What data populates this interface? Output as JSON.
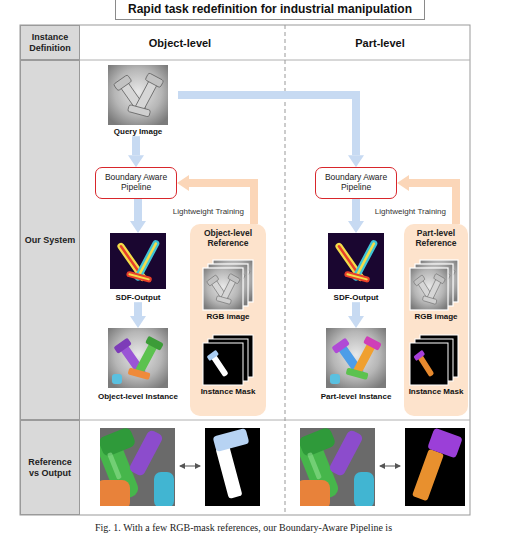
{
  "diagram": {
    "title": "Rapid task redefinition for industrial manipulation",
    "caption": "Fig. 1. With a few RGB-mask references, our Boundary-Aware Pipeline is",
    "nodes": [
      {
        "text": [
          "Instance Definition"
        ]
      },
      {
        "text": [
          "Our System"
        ]
      },
      {
        "text": [
          "Reference vs Output"
        ]
      },
      {
        "text": [
          "Query Image"
        ]
      },
      {
        "text": [
          "Boundary Aware Pipeline"
        ]
      },
      {
        "text": [
          "SDF-Output"
        ]
      },
      {
        "text": [
          "Object-level Instance"
        ]
      },
      {
        "text": [
          "Object-level Reference"
        ]
      },
      {
        "text": [
          "RGB image"
        ],
        "in": 7
      },
      {
        "text": [
          "Instance Mask"
        ],
        "in": 7
      },
      {
        "text": [
          "Boundary Aware Pipeline"
        ]
      },
      {
        "text": [
          "SDF-Output"
        ]
      },
      {
        "text": [
          "Part-level Instance"
        ]
      },
      {
        "text": [
          "Part-level Reference"
        ]
      },
      {
        "text": [
          "RGB image"
        ],
        "in": 13
      },
      {
        "text": [
          "Instance Mask"
        ],
        "in": 13
      }
    ],
    "edges": [
      {
        "from": 3,
        "to": 4,
        "arrow": "to"
      },
      {
        "from": 4,
        "to": 5,
        "arrow": "to"
      },
      {
        "from": 5,
        "to": 6,
        "arrow": "to"
      },
      {
        "from": 7,
        "to": 4,
        "arrow": "to",
        "label": "Lightweight Training"
      },
      {
        "from": 3,
        "to": 10,
        "arrow": "to"
      },
      {
        "from": 10,
        "to": 11,
        "arrow": "to"
      },
      {
        "from": 11,
        "to": 12,
        "arrow": "to"
      },
      {
        "from": 13,
        "to": 10,
        "arrow": "to",
        "label": "Lightweight Training"
      }
    ],
    "labels": [
      "Object-level",
      "Part-level"
    ]
  }
}
